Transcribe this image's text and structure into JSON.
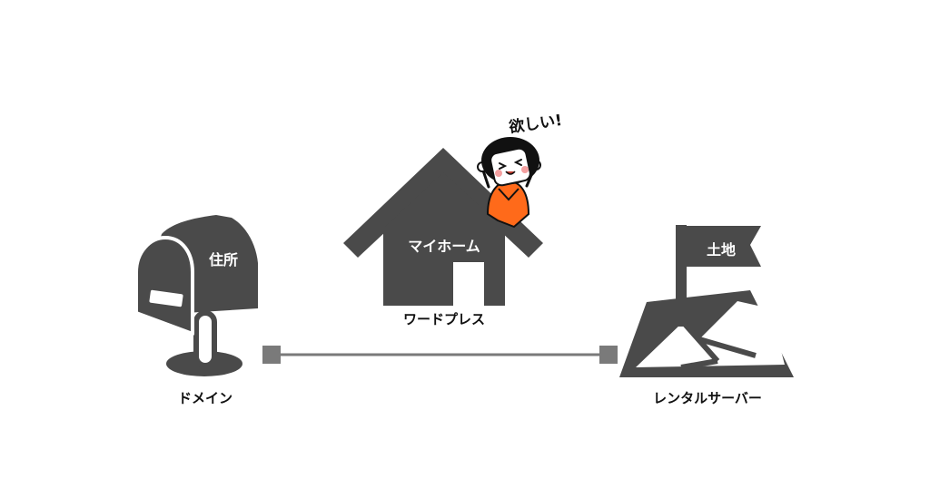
{
  "colors": {
    "icon": "#4a4a4a",
    "connector": "#7a7a7a",
    "shirt": "#ff6a1a",
    "cheek": "#f4a0a0",
    "background": "#ffffff"
  },
  "nodes": {
    "domain": {
      "icon": "mailbox-icon",
      "label": "ドメイン",
      "inner_label": "住所"
    },
    "wordpress": {
      "icon": "house-icon",
      "label": "ワードプレス",
      "inner_label": "マイホーム"
    },
    "server": {
      "icon": "land-flag-icon",
      "label": "レンタルサーバー",
      "inner_label": "土地"
    }
  },
  "character": {
    "icon": "girl-character-icon",
    "speech": "欲しい!"
  }
}
